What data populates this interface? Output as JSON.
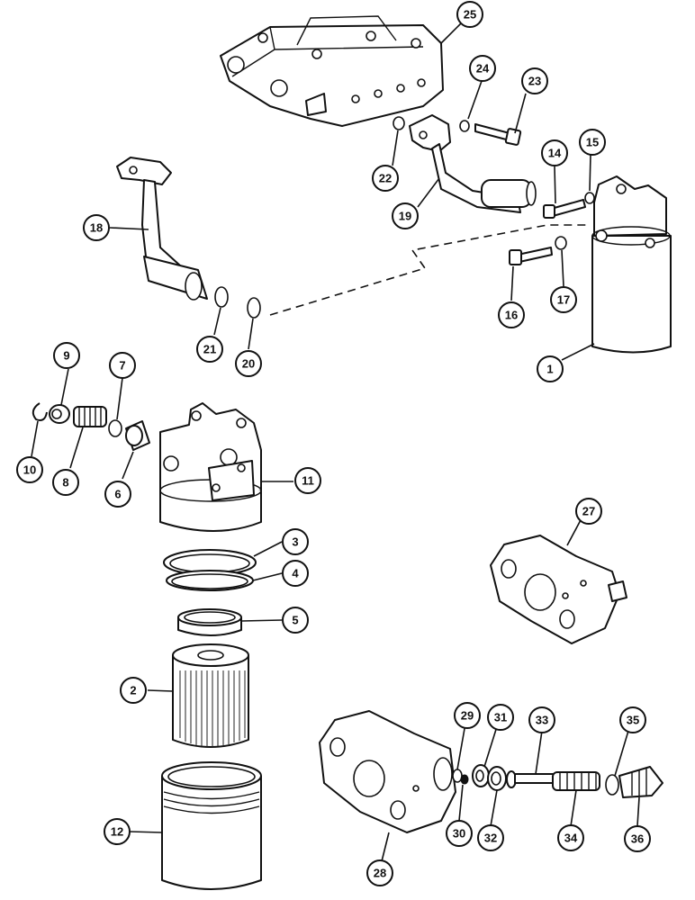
{
  "callouts": [
    {
      "n": "1"
    },
    {
      "n": "2"
    },
    {
      "n": "3"
    },
    {
      "n": "4"
    },
    {
      "n": "5"
    },
    {
      "n": "6"
    },
    {
      "n": "7"
    },
    {
      "n": "8"
    },
    {
      "n": "9"
    },
    {
      "n": "10"
    },
    {
      "n": "11"
    },
    {
      "n": "12"
    },
    {
      "n": "14"
    },
    {
      "n": "15"
    },
    {
      "n": "16"
    },
    {
      "n": "17"
    },
    {
      "n": "18"
    },
    {
      "n": "19"
    },
    {
      "n": "20"
    },
    {
      "n": "21"
    },
    {
      "n": "22"
    },
    {
      "n": "23"
    },
    {
      "n": "24"
    },
    {
      "n": "25"
    },
    {
      "n": "27"
    },
    {
      "n": "28"
    },
    {
      "n": "29"
    },
    {
      "n": "30"
    },
    {
      "n": "31"
    },
    {
      "n": "32"
    },
    {
      "n": "33"
    },
    {
      "n": "34"
    },
    {
      "n": "35"
    },
    {
      "n": "36"
    }
  ]
}
